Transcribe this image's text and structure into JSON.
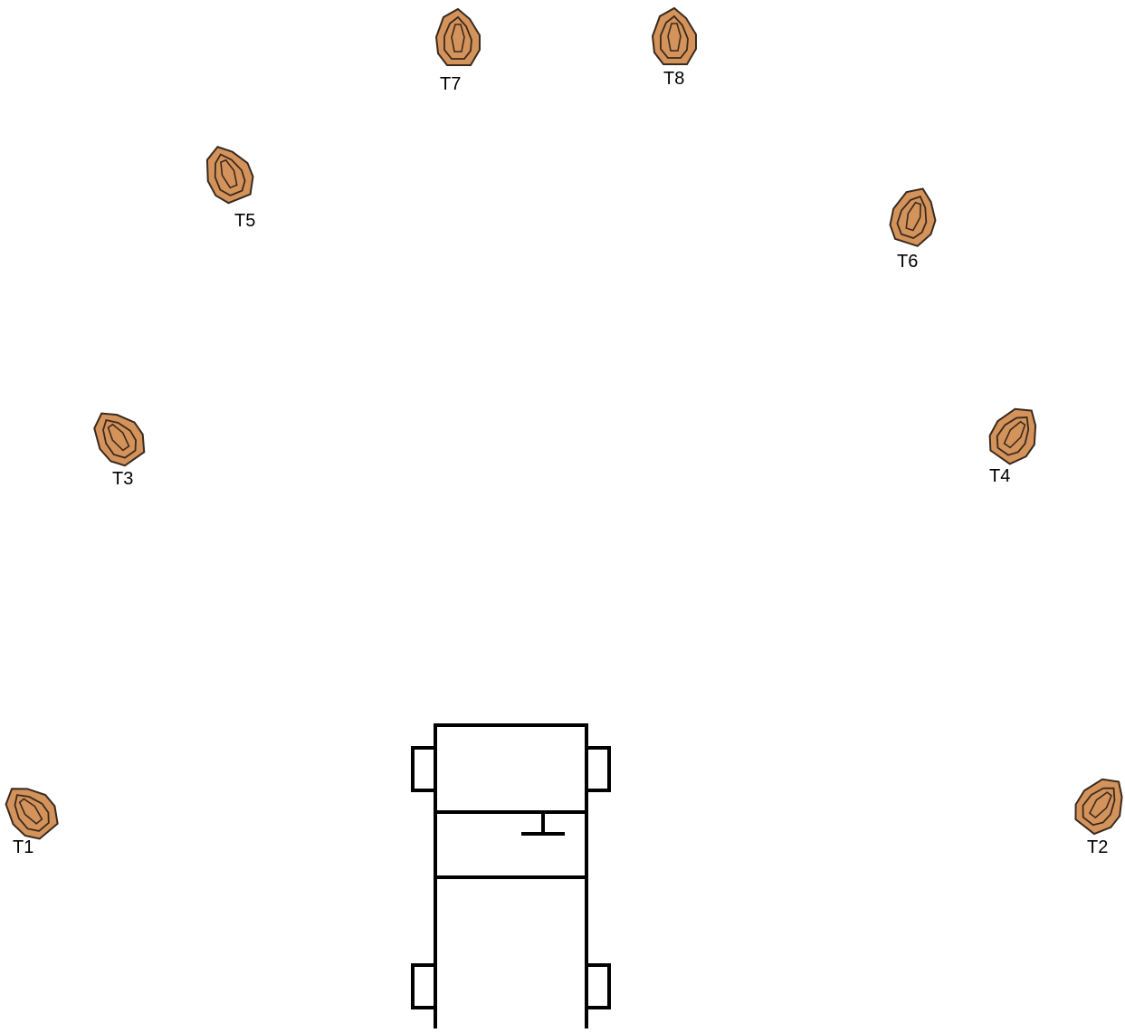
{
  "colors": {
    "background": "#ffffff",
    "target_fill": "#d4935b",
    "target_stroke": "#3a2a1e",
    "vehicle_stroke": "#000000"
  },
  "targets": [
    {
      "id": "t1",
      "label": "T1"
    },
    {
      "id": "t2",
      "label": "T2"
    },
    {
      "id": "t3",
      "label": "T3"
    },
    {
      "id": "t4",
      "label": "T4"
    },
    {
      "id": "t5",
      "label": "T5"
    },
    {
      "id": "t6",
      "label": "T6"
    },
    {
      "id": "t7",
      "label": "T7"
    },
    {
      "id": "t8",
      "label": "T8"
    }
  ],
  "icons": {
    "target": "steel-target-icon",
    "vehicle": "vehicle-top-view-icon"
  }
}
